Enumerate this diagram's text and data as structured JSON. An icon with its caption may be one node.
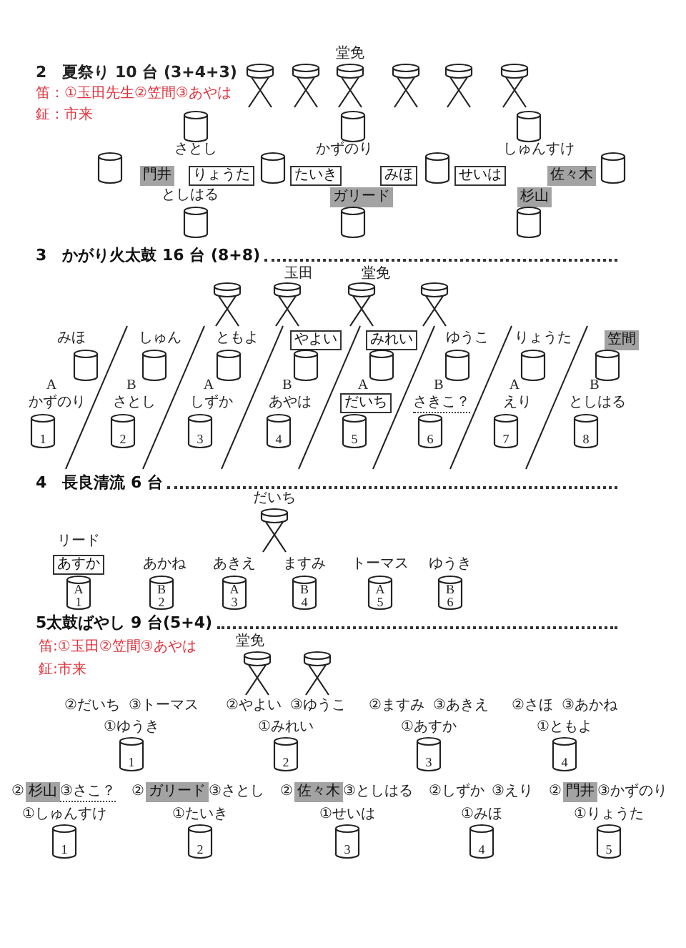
{
  "diagram": {
    "nodes": [
      {
        "text": [],
        "shape": "stand"
      },
      {
        "text": [],
        "shape": "stand"
      },
      {
        "text": [],
        "shape": "stand"
      },
      {
        "text": [],
        "shape": "stand"
      },
      {
        "text": [],
        "shape": "stand"
      },
      {
        "text": [],
        "shape": "stand"
      },
      {
        "text": [],
        "shape": "cylinder"
      },
      {
        "text": [],
        "shape": "cylinder"
      },
      {
        "text": [],
        "shape": "cylinder"
      },
      {
        "text": [],
        "shape": "cylinder"
      },
      {
        "text": [
          "門井"
        ]
      },
      {
        "text": [
          "りょうた"
        ]
      },
      {
        "text": [],
        "shape": "cylinder"
      },
      {
        "text": [
          "たいき"
        ]
      },
      {
        "text": [
          "みほ"
        ]
      },
      {
        "text": [],
        "shape": "cylinder"
      },
      {
        "text": [
          "せいは"
        ]
      },
      {
        "text": [
          "佐々木"
        ]
      },
      {
        "text": [],
        "shape": "cylinder"
      },
      {
        "text": [
          "ガリード"
        ]
      },
      {
        "text": [
          "杉山"
        ]
      },
      {
        "text": [],
        "shape": "cylinder"
      },
      {
        "text": [],
        "shape": "cylinder"
      },
      {
        "text": [],
        "shape": "cylinder"
      },
      {
        "text": [],
        "shape": "stand"
      },
      {
        "text": [],
        "shape": "stand"
      },
      {
        "text": [],
        "shape": "stand"
      },
      {
        "text": [],
        "shape": "stand"
      },
      {
        "text": [
          "やよい"
        ]
      },
      {
        "text": [
          "みれい"
        ]
      },
      {
        "text": [
          "笠間"
        ]
      },
      {
        "text": [],
        "shape": "cylinder"
      },
      {
        "text": [],
        "shape": "cylinder"
      },
      {
        "text": [],
        "shape": "cylinder"
      },
      {
        "text": [],
        "shape": "cylinder"
      },
      {
        "text": [],
        "shape": "cylinder"
      },
      {
        "text": [],
        "shape": "cylinder"
      },
      {
        "text": [],
        "shape": "cylinder"
      },
      {
        "text": [],
        "shape": "cylinder"
      },
      {
        "text": [
          "だいち"
        ]
      },
      {
        "text": [
          "1"
        ]
      },
      {
        "text": [
          "2"
        ]
      },
      {
        "text": [
          "3"
        ]
      },
      {
        "text": [
          "4"
        ]
      },
      {
        "text": [
          "5"
        ]
      },
      {
        "text": [
          "6"
        ]
      },
      {
        "text": [
          "7"
        ]
      },
      {
        "text": [
          "8"
        ]
      },
      {
        "text": [],
        "shape": "stand",
        "beside": [
          "だいち"
        ]
      },
      {
        "text": [
          "あすか"
        ]
      },
      {
        "text": [
          "A",
          "1"
        ]
      },
      {
        "text": [
          "B",
          "2"
        ]
      },
      {
        "text": [
          "A",
          "3"
        ]
      },
      {
        "text": [
          "B",
          "4"
        ]
      },
      {
        "text": [
          "A",
          "5"
        ]
      },
      {
        "text": [
          "B",
          "6"
        ]
      },
      {
        "text": [],
        "shape": "stand"
      },
      {
        "text": [],
        "shape": "stand"
      },
      {
        "text": [
          "1"
        ],
        "beside": [
          "①ゆうき"
        ]
      },
      {
        "text": [
          "2"
        ],
        "beside": [
          "①みれい"
        ]
      },
      {
        "text": [
          "3"
        ],
        "beside": [
          "①あすか"
        ]
      },
      {
        "text": [
          "4"
        ],
        "beside": [
          "①ともよ"
        ]
      },
      {
        "text": [
          "杉山"
        ]
      },
      {
        "text": [
          "ガリード"
        ]
      },
      {
        "text": [
          "佐々木"
        ]
      },
      {
        "text": [
          "門井"
        ]
      },
      {
        "text": [
          "1"
        ],
        "beside": [
          "①しゅんすけ"
        ]
      },
      {
        "text": [
          "2"
        ],
        "beside": [
          "①たいき"
        ]
      },
      {
        "text": [
          "3"
        ],
        "beside": [
          "①せいは"
        ]
      },
      {
        "text": [
          "4"
        ],
        "beside": [
          "①みほ"
        ]
      },
      {
        "text": [
          "5"
        ],
        "beside": [
          "①りょうた"
        ]
      }
    ],
    "labels": [
      "堂免",
      "2　夏祭り 10 台 (3+4+3)",
      "笛：①玉田先生②笠間③あやは",
      "鉦：市来",
      "さとし",
      "かずのり",
      "しゅんすけ",
      "としはる",
      "3　かがり火太鼓 16 台 (8+8)",
      "玉田",
      "堂免",
      "みほ",
      "しゅん",
      "ともよ",
      "ゆうこ",
      "りょうた",
      "A",
      "B",
      "A",
      "B",
      "A",
      "B",
      "A",
      "B",
      "かずのり",
      "さとし",
      "しずか",
      "あやは",
      "さきこ？",
      "えり",
      "としはる",
      "4　長良清流 6 台",
      "リード",
      "あかね",
      "あきえ",
      "ますみ",
      "トーマス",
      "ゆうき",
      "5太鼓ばやし 9 台(5+4)",
      "笛:①玉田②笠間③あやは",
      "堂免",
      "鉦:市来",
      "②だいち",
      "③トーマス",
      "②やよい",
      "③ゆうこ",
      "②ますみ",
      "③あきえ",
      "②さほ",
      "③あかね",
      "②",
      "③さこ？",
      "②",
      "③さとし",
      "②",
      "③としはる",
      "②しずか",
      "③えり",
      "②",
      "③かずのり"
    ]
  }
}
